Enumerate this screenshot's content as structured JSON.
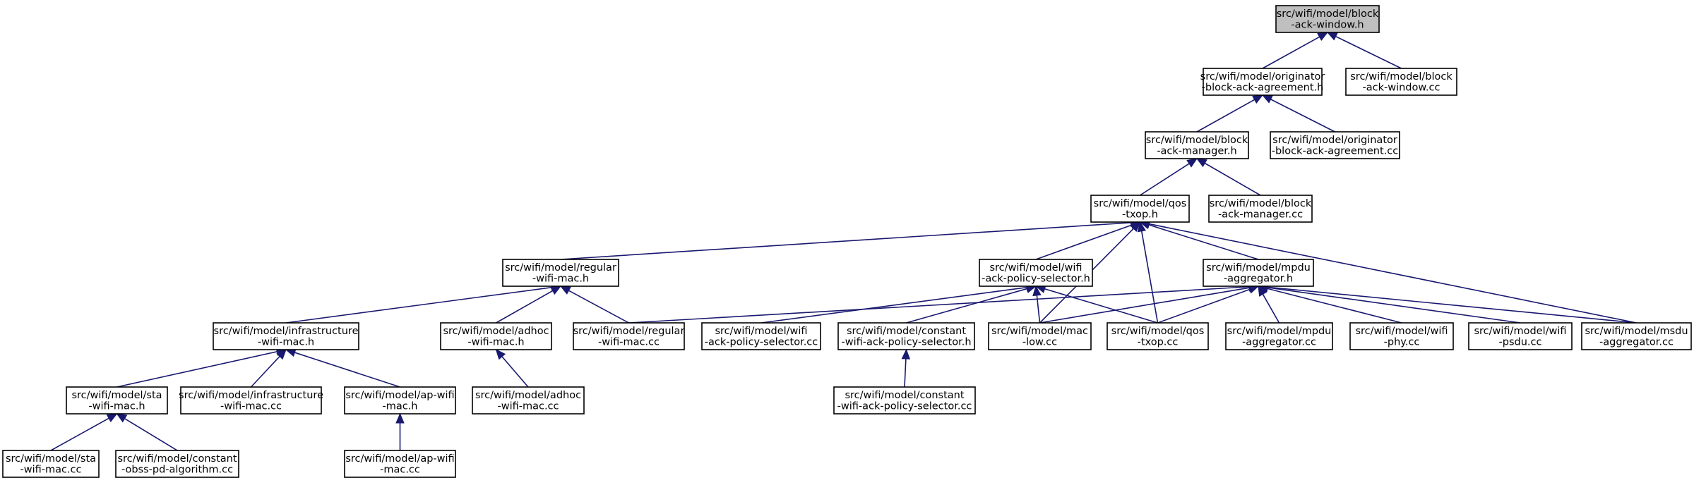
{
  "nodes": {
    "bawh": [
      "src/wifi/model/block",
      "-ack-window.h"
    ],
    "obaah": [
      "src/wifi/model/originator",
      "-block-ack-agreement.h"
    ],
    "bawcc": [
      "src/wifi/model/block",
      "-ack-window.cc"
    ],
    "bamh": [
      "src/wifi/model/block",
      "-ack-manager.h"
    ],
    "obaacc": [
      "src/wifi/model/originator",
      "-block-ack-agreement.cc"
    ],
    "qth": [
      "src/wifi/model/qos",
      "-txop.h"
    ],
    "bamcc": [
      "src/wifi/model/block",
      "-ack-manager.cc"
    ],
    "rwmh": [
      "src/wifi/model/regular",
      "-wifi-mac.h"
    ],
    "wapsh": [
      "src/wifi/model/wifi",
      "-ack-policy-selector.h"
    ],
    "mah": [
      "src/wifi/model/mpdu",
      "-aggregator.h"
    ],
    "iwmh": [
      "src/wifi/model/infrastructure",
      "-wifi-mac.h"
    ],
    "awmh": [
      "src/wifi/model/adhoc",
      "-wifi-mac.h"
    ],
    "rwmcc": [
      "src/wifi/model/regular",
      "-wifi-mac.cc"
    ],
    "wapscc": [
      "src/wifi/model/wifi",
      "-ack-policy-selector.cc"
    ],
    "cwapsh": [
      "src/wifi/model/constant",
      "-wifi-ack-policy-selector.h"
    ],
    "mlcc": [
      "src/wifi/model/mac",
      "-low.cc"
    ],
    "qtcc": [
      "src/wifi/model/qos",
      "-txop.cc"
    ],
    "macc": [
      "src/wifi/model/mpdu",
      "-aggregator.cc"
    ],
    "wpcc": [
      "src/wifi/model/wifi",
      "-phy.cc"
    ],
    "wpsducc": [
      "src/wifi/model/wifi",
      "-psdu.cc"
    ],
    "msducc": [
      "src/wifi/model/msdu",
      "-aggregator.cc"
    ],
    "swmh": [
      "src/wifi/model/sta",
      "-wifi-mac.h"
    ],
    "iwmcc": [
      "src/wifi/model/infrastructure",
      "-wifi-mac.cc"
    ],
    "apwmh": [
      "src/wifi/model/ap-wifi",
      "-mac.h"
    ],
    "awmcc": [
      "src/wifi/model/adhoc",
      "-wifi-mac.cc"
    ],
    "cwapscc": [
      "src/wifi/model/constant",
      "-wifi-ack-policy-selector.cc"
    ],
    "swmcc": [
      "src/wifi/model/sta",
      "-wifi-mac.cc"
    ],
    "copdcc": [
      "src/wifi/model/constant",
      "-obss-pd-algorithm.cc"
    ],
    "apwmcc": [
      "src/wifi/model/ap-wifi",
      "-mac.cc"
    ]
  },
  "root": "bawh",
  "edges": [
    [
      "obaah",
      "bawh"
    ],
    [
      "bawcc",
      "bawh"
    ],
    [
      "bamh",
      "obaah"
    ],
    [
      "obaacc",
      "obaah"
    ],
    [
      "qth",
      "bamh"
    ],
    [
      "bamcc",
      "bamh"
    ],
    [
      "rwmh",
      "qth"
    ],
    [
      "wapsh",
      "qth"
    ],
    [
      "mah",
      "qth"
    ],
    [
      "mlcc",
      "qth"
    ],
    [
      "qtcc",
      "qth"
    ],
    [
      "msducc",
      "qth"
    ],
    [
      "iwmh",
      "rwmh"
    ],
    [
      "awmh",
      "rwmh"
    ],
    [
      "rwmcc",
      "rwmh"
    ],
    [
      "wapscc",
      "wapsh"
    ],
    [
      "cwapsh",
      "wapsh"
    ],
    [
      "mlcc",
      "wapsh"
    ],
    [
      "qtcc",
      "wapsh"
    ],
    [
      "rwmcc",
      "mah"
    ],
    [
      "mlcc",
      "mah"
    ],
    [
      "qtcc",
      "mah"
    ],
    [
      "macc",
      "mah"
    ],
    [
      "wpcc",
      "mah"
    ],
    [
      "wpsducc",
      "mah"
    ],
    [
      "msducc",
      "mah"
    ],
    [
      "swmh",
      "iwmh"
    ],
    [
      "iwmcc",
      "iwmh"
    ],
    [
      "apwmh",
      "iwmh"
    ],
    [
      "awmcc",
      "awmh"
    ],
    [
      "cwapscc",
      "cwapsh"
    ],
    [
      "swmcc",
      "swmh"
    ],
    [
      "copdcc",
      "swmh"
    ],
    [
      "apwmcc",
      "apwmh"
    ]
  ]
}
